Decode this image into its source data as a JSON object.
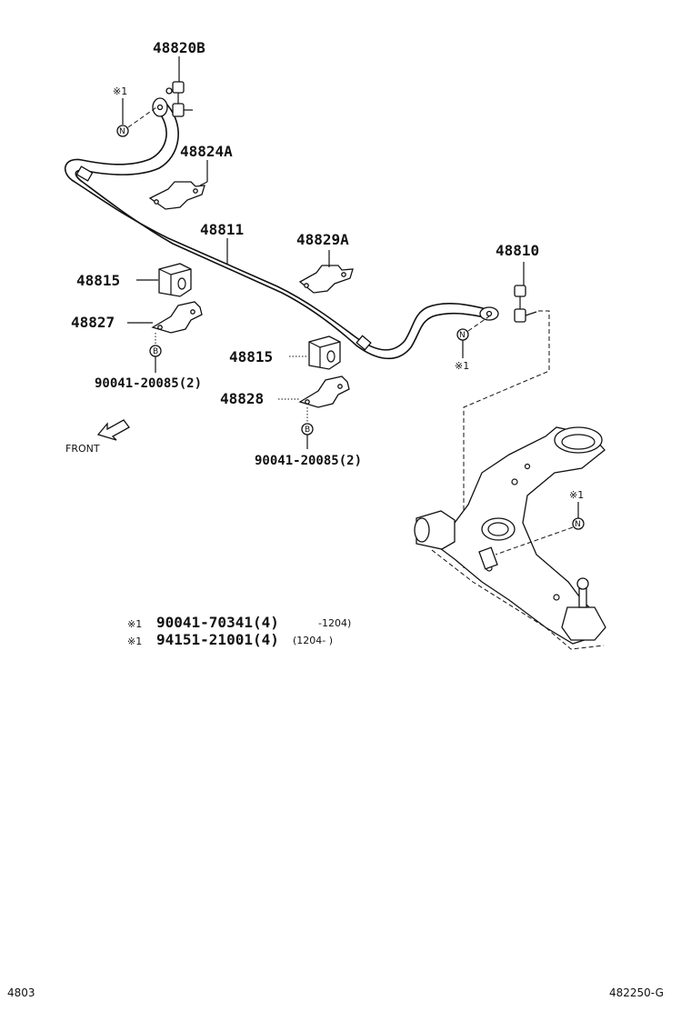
{
  "parts": {
    "link_upper": "48820B",
    "bracket_24a": "48824A",
    "stabilizer_bar": "48811",
    "bracket_29a": "48829A",
    "link_right": "48810",
    "bushing_left": "48815",
    "bracket_27": "48827",
    "bolt_left": "90041-20085(2)",
    "bushing_center": "48815",
    "bracket_28": "48828",
    "bolt_center": "90041-20085(2)"
  },
  "markers": {
    "note_mark": "※1",
    "nut_letter": "N",
    "bolt_letter": "B"
  },
  "front_label": "FRONT",
  "notes": [
    {
      "mark": "※1",
      "part": "90041-70341(4)",
      "range": "-1204)"
    },
    {
      "mark": "※1",
      "part": "94151-21001(4)",
      "range": "(1204-    )"
    }
  ],
  "footer": {
    "left": "4803",
    "right": "482250-G"
  }
}
